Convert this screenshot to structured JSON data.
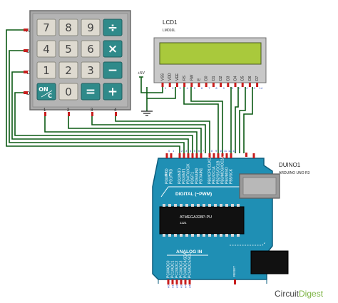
{
  "keypad": {
    "rows": [
      "A",
      "B",
      "C",
      "D"
    ],
    "cols": [
      "1",
      "2",
      "3",
      "4"
    ],
    "keys": [
      [
        "7",
        "8",
        "9",
        "÷"
      ],
      [
        "4",
        "5",
        "6",
        "×"
      ],
      [
        "1",
        "2",
        "3",
        "−"
      ],
      [
        "ON/C",
        "0",
        "=",
        "+"
      ]
    ],
    "on_top": "ON",
    "on_bottom": "C"
  },
  "lcd": {
    "ref": "LCD1",
    "part": "LM016L",
    "pins": [
      "VSS",
      "VDD",
      "VEE",
      "RS",
      "RW",
      "E",
      "D0",
      "D1",
      "D2",
      "D3",
      "D4",
      "D5",
      "D6",
      "D7"
    ],
    "pin_numbers": [
      "1",
      "2",
      "3",
      "4",
      "5",
      "6",
      "7",
      "8",
      "9",
      "10",
      "11",
      "12",
      "13",
      "14"
    ],
    "screen_color": "#a9c93c"
  },
  "power": {
    "label": "+5V"
  },
  "arduino": {
    "ref": "DUINO1",
    "part": "ARDUINO UNO R3",
    "digital_pins": [
      "PD0/RXD",
      "PD1/TXD",
      "PD2/INT0",
      "PD3/INT1",
      "PD4/T0/XCK",
      "PD5/T1",
      "PD6/AIN0",
      "PD7/AIN1",
      "PB0/ICP1/CLKO",
      "PB1/OC1A",
      "PB2/SS/OC1B",
      "PB3/MOSI/OC2A",
      "PB4/MISO",
      "PB5/SCK",
      "AREF"
    ],
    "digital_pin_numbers": [
      "0",
      "1",
      "2",
      "3",
      "4",
      "5",
      "6",
      "7",
      "8",
      "9",
      "10",
      "11",
      "12",
      "13"
    ],
    "tx_rx": [
      "RX",
      "TX"
    ],
    "digital_label": "DIGITAL (~PWM)",
    "chip_text": "ATMEGA328P-PU",
    "chip_sub": "1121",
    "analog_label": "ANALOG IN",
    "analog_pins": [
      "PC0/ADC0",
      "PC1/ADC1",
      "PC2/ADC2",
      "PC3/ADC3",
      "PC4/ADC4/SDA",
      "PC5/ADC5/SCL"
    ],
    "analog_pin_numbers": [
      "A0",
      "A1",
      "A2",
      "A3",
      "A4",
      "A5"
    ],
    "reset_label": "RESET",
    "board_color": "#1f8fb4"
  },
  "brand": {
    "name": "CircuitDigest",
    "prefix": "Circuit",
    "suffix": "Digest"
  },
  "colors": {
    "wire": "#0c5a14",
    "pin": "#c81e1e",
    "keypad_body": "#a8a8a8",
    "key_op": "#2f8a8a"
  }
}
